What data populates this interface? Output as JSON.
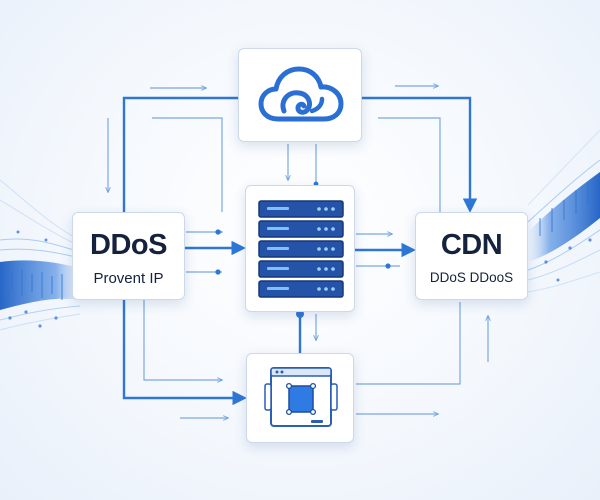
{
  "nodes": {
    "ddos": {
      "title": "DDoS",
      "subtitle": "Provent IP"
    },
    "cdn": {
      "title": "CDN",
      "subtitle": "DDoS DDooS"
    },
    "cloud": {
      "icon": "cloud-icon"
    },
    "server": {
      "icon": "server-rack-icon"
    },
    "device": {
      "icon": "device-window-icon"
    }
  },
  "colors": {
    "accent": "#2e77d6",
    "accent_dark": "#1a5cb8",
    "server_fill": "#2453a8",
    "text": "#14223d",
    "border": "#cdd9ea"
  }
}
